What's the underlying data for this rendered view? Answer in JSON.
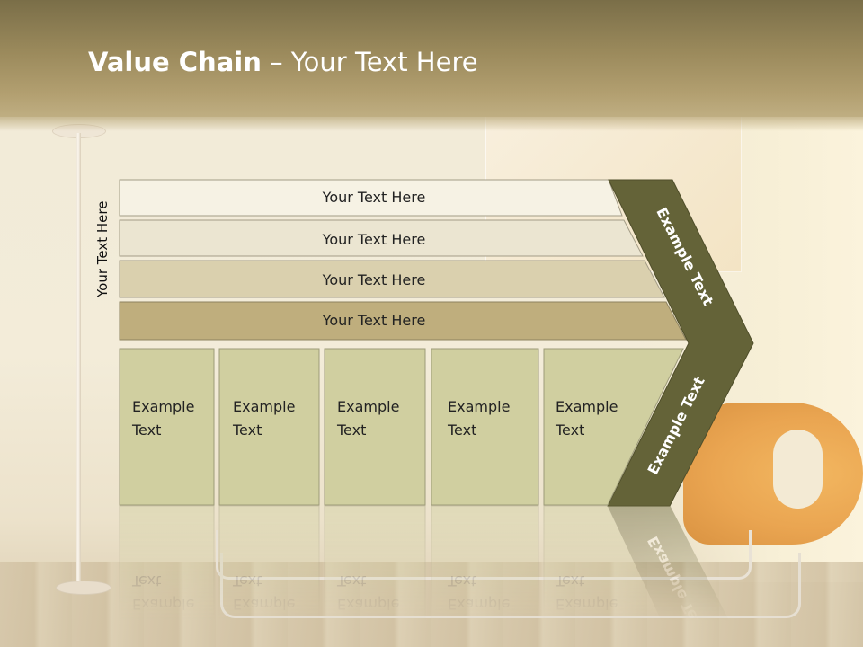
{
  "title": {
    "bold": "Value Chain",
    "rest": " – Your Text Here"
  },
  "side_label": "Your Text Here",
  "bands": [
    {
      "label": "Your Text Here",
      "color": "#f6f2e4"
    },
    {
      "label": "Your Text Here",
      "color": "#ebe5d1"
    },
    {
      "label": "Your Text Here",
      "color": "#dad0ae"
    },
    {
      "label": "Your Text Here",
      "color": "#bfae7d"
    }
  ],
  "chevron": {
    "top_label": "Example Text",
    "bottom_label": "Example Text",
    "color": "#646338"
  },
  "boxes": [
    {
      "line1": "Example",
      "line2": "Text"
    },
    {
      "line1": "Example",
      "line2": "Text"
    },
    {
      "line1": "Example",
      "line2": "Text"
    },
    {
      "line1": "Example",
      "line2": "Text"
    },
    {
      "line1": "Example",
      "line2": "Text"
    }
  ],
  "box_color": "#d0cfa0"
}
